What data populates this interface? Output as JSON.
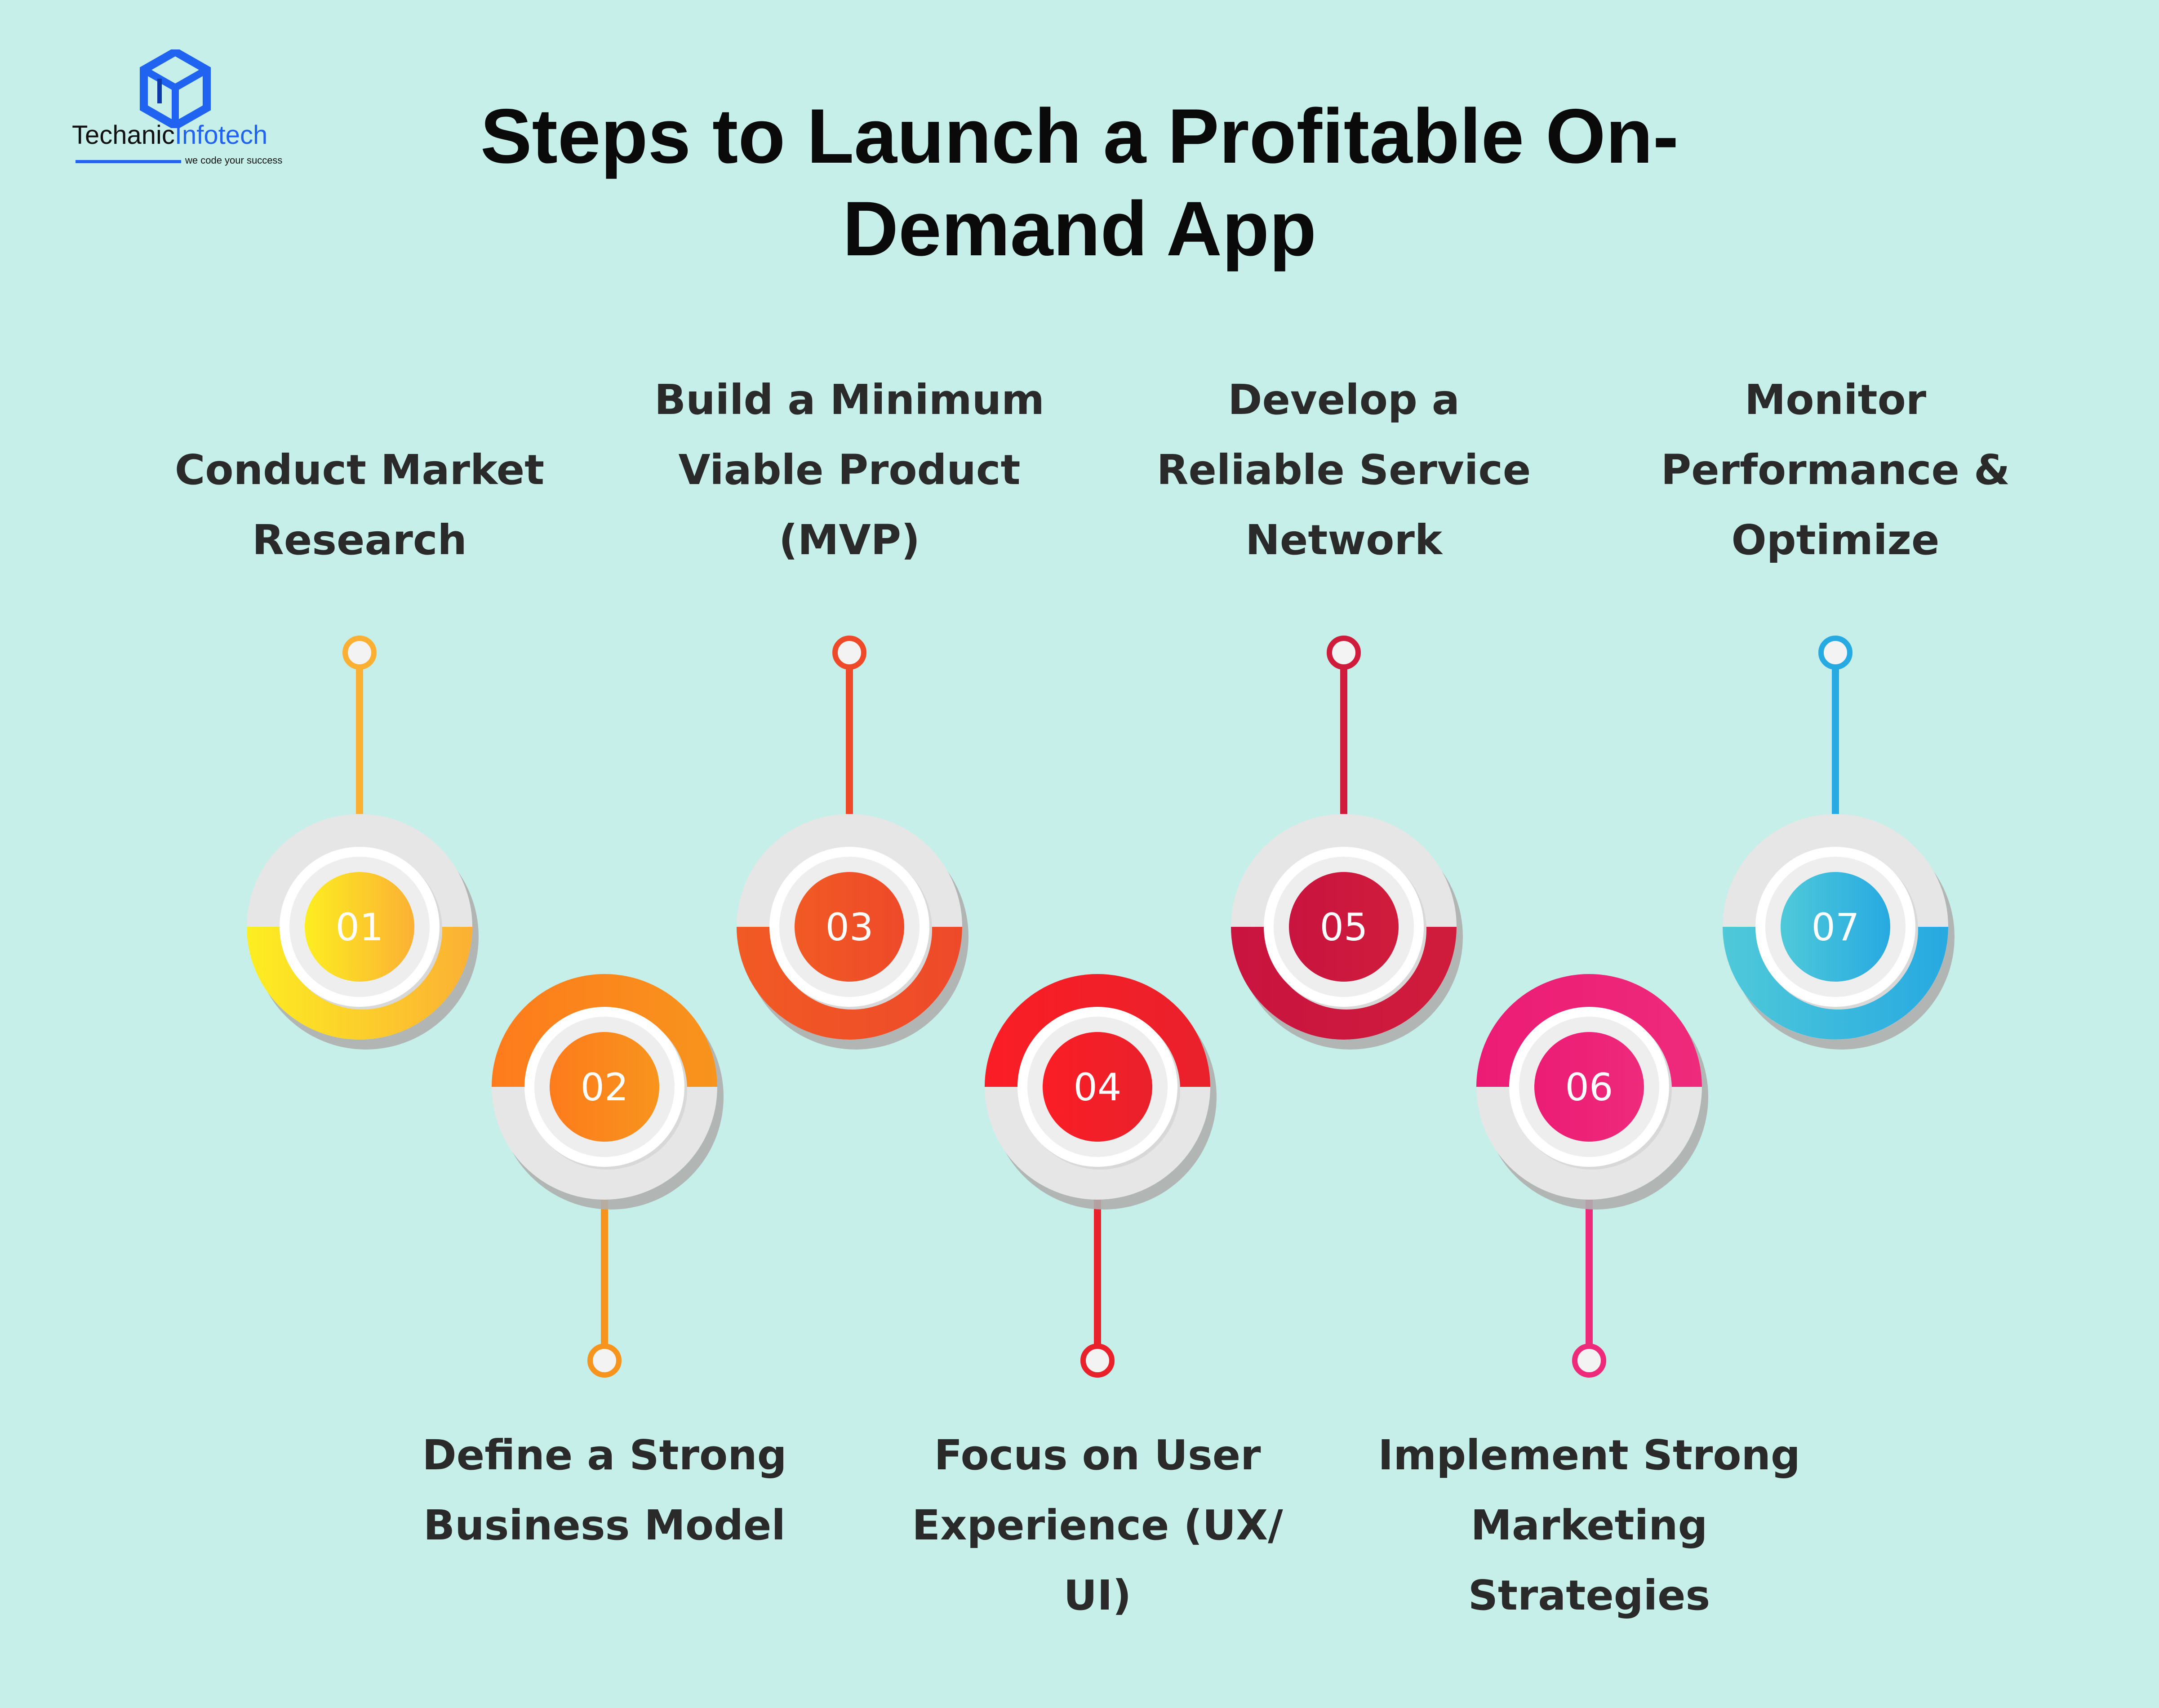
{
  "logo": {
    "name_dark": "Techanic",
    "name_blue": "Infotech",
    "tagline": "we code your success"
  },
  "title": {
    "line1": "Steps to Launch a Profitable On-",
    "line2": "Demand App"
  },
  "steps": [
    {
      "number": "01",
      "lines": [
        "Conduct Market",
        "Research"
      ],
      "color_a": "#fdee21",
      "color_b": "#fbb034",
      "position": "top"
    },
    {
      "number": "02",
      "lines": [
        "Define a Strong",
        "Business Model"
      ],
      "color_a": "#fe7b1c",
      "color_b": "#f7941d",
      "position": "bottom"
    },
    {
      "number": "03",
      "lines": [
        "Build a Minimum",
        "Viable Product",
        "(MVP)"
      ],
      "color_a": "#f15a24",
      "color_b": "#ee4a2a",
      "position": "top"
    },
    {
      "number": "04",
      "lines": [
        "Focus on User",
        "Experience (UX/",
        "UI)"
      ],
      "color_a": "#fb1d25",
      "color_b": "#e9212b",
      "position": "bottom"
    },
    {
      "number": "05",
      "lines": [
        "Develop a",
        "Reliable Service",
        "Network"
      ],
      "color_a": "#c8143f",
      "color_b": "#d01c3c",
      "position": "top"
    },
    {
      "number": "06",
      "lines": [
        "Implement Strong",
        "Marketing",
        "Strategies"
      ],
      "color_a": "#ec1c74",
      "color_b": "#ee2a7b",
      "position": "bottom"
    },
    {
      "number": "07",
      "lines": [
        "Monitor",
        "Performance &",
        "Optimize"
      ],
      "color_a": "#4fc9d9",
      "color_b": "#27a9e1",
      "position": "top"
    }
  ],
  "colors": {
    "background": "#c5efe8",
    "ring_gray": "#e6e6e6",
    "text": "#2a2a2a",
    "brand_blue": "#1f63f0"
  }
}
